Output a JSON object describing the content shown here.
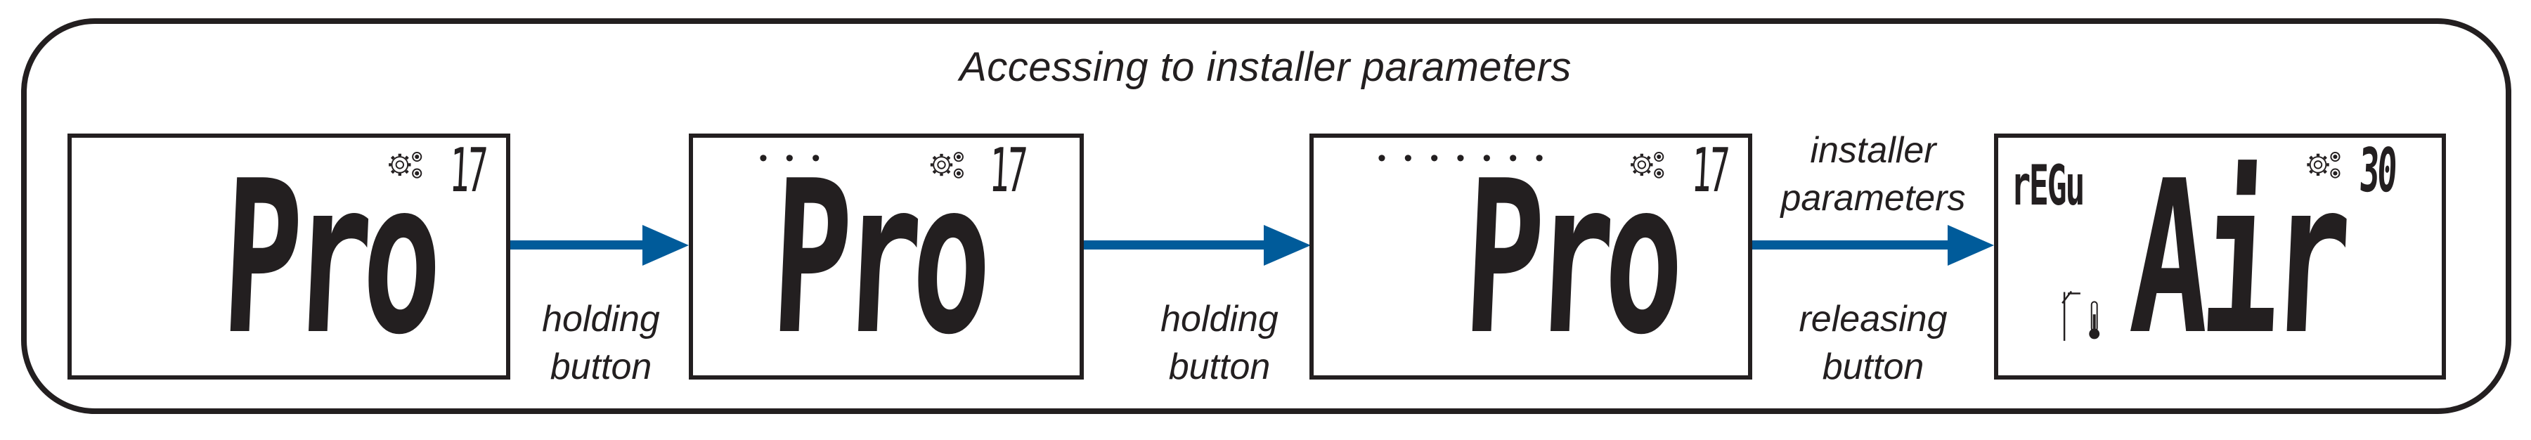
{
  "title": "Accessing to installer parameters",
  "colors": {
    "arrow": "#005b9a",
    "ink": "#231f20"
  },
  "steps": [
    {
      "main_text": "Pro",
      "counter": "17",
      "progress_dots": "",
      "icons": [
        "gears-icon"
      ]
    },
    {
      "main_text": "Pro",
      "counter": "17",
      "progress_dots": "• • •",
      "icons": [
        "gears-icon"
      ]
    },
    {
      "main_text": "Pro",
      "counter": "17",
      "progress_dots": "• • • • • • •",
      "icons": [
        "gears-icon"
      ]
    },
    {
      "main_text": "Air",
      "counter": "30",
      "mode_label": "rEGu",
      "progress_dots": "",
      "icons": [
        "gears-icon",
        "floor-sensor-icon",
        "thermometer-icon"
      ]
    }
  ],
  "transitions": [
    {
      "label_top": "",
      "label_bottom_line1": "holding",
      "label_bottom_line2": "button"
    },
    {
      "label_top": "",
      "label_bottom_line1": "holding",
      "label_bottom_line2": "button"
    },
    {
      "label_top_line1": "installer",
      "label_top_line2": "parameters",
      "label_bottom_line1": "releasing",
      "label_bottom_line2": "button"
    }
  ]
}
